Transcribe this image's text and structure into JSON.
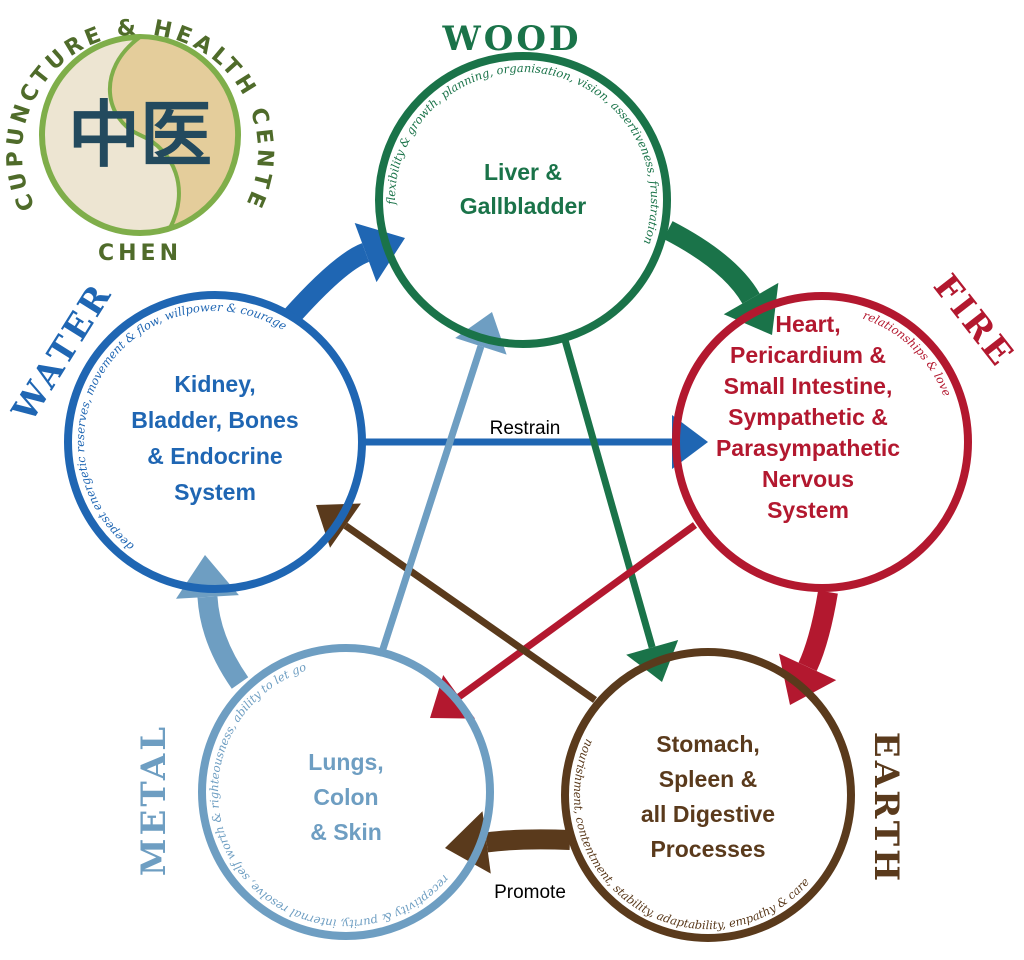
{
  "logo": {
    "ring_text": "ACUPUNCTURE & HEALTH CENTER",
    "name": "CHEN",
    "characters": "中医",
    "colors": {
      "ring": "#7fae4a",
      "text": "#4f6b2a",
      "light": "#ede5d2",
      "tan": "#e4cd9b",
      "chars": "#234a5e"
    }
  },
  "elements": {
    "wood": {
      "name": "WOOD",
      "organs": [
        "Liver &",
        "Gallbladder"
      ],
      "qualities": "flexibility & growth, planning, organisation, vision, assertiveness, frustration",
      "color": "#1a7349"
    },
    "fire": {
      "name": "FIRE",
      "organs": [
        "Heart,",
        "Pericardium &",
        "Small Intestine,",
        "Sympathetic &",
        "Parasympathetic",
        "Nervous",
        "System"
      ],
      "qualities": "relationships & love",
      "color": "#b3182f"
    },
    "earth": {
      "name": "EARTH",
      "organs": [
        "Stomach,",
        "Spleen &",
        "all Digestive",
        "Processes"
      ],
      "qualities": "nourishment, contentment, stability, adaptability, empathy & care",
      "color": "#5a3a1c"
    },
    "metal": {
      "name": "METAL",
      "organs": [
        "Lungs,",
        "Colon",
        "& Skin"
      ],
      "qualities": "receptivity & purity, internal resolve, self worth & righteousness, ability to let go",
      "color": "#6e9ec2"
    },
    "water": {
      "name": "WATER",
      "organs": [
        "Kidney,",
        "Bladder, Bones",
        "& Endocrine",
        "System"
      ],
      "qualities": "deepest energetic reserves, movement & flow, willpower & courage",
      "color": "#1f66b3"
    }
  },
  "labels": {
    "restrain": "Restrain",
    "promote": "Promote"
  }
}
